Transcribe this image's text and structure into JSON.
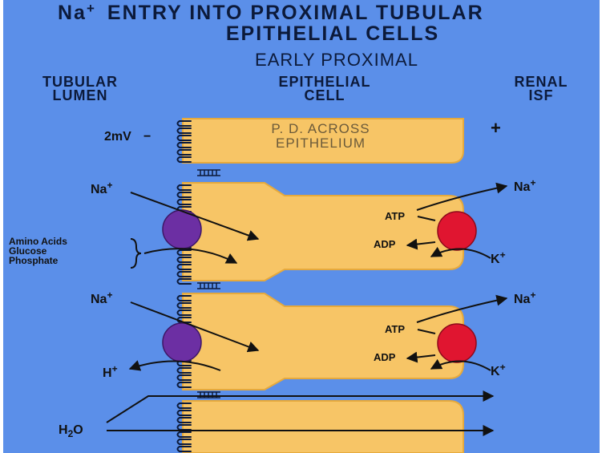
{
  "title": {
    "line1_prefix": "Na",
    "line1_sup": "+",
    "line1_rest": "ENTRY INTO PROXIMAL TUBULAR",
    "line2": "EPITHELIAL CELLS",
    "subtitle": "EARLY PROXIMAL"
  },
  "headers": {
    "lumen_1": "TUBULAR",
    "lumen_2": "LUMEN",
    "cell_1": "EPITHELIAL",
    "cell_2": "CELL",
    "isf_1": "RENAL",
    "isf_2": "ISF"
  },
  "top_cell": {
    "voltage": "2mV",
    "minus": "−",
    "pd_1": "P. D. ACROSS",
    "pd_2": "EPITHELIUM",
    "plus": "+"
  },
  "cell_1": {
    "na_in": "Na",
    "na_in_sup": "+",
    "cotransport_1": "Amino Acids",
    "cotransport_2": "Glucose",
    "cotransport_3": "Phosphate",
    "atp": "ATP",
    "adp": "ADP",
    "na_out": "Na",
    "na_out_sup": "+",
    "k_in": "K",
    "k_in_sup": "+"
  },
  "cell_2": {
    "na_in": "Na",
    "na_in_sup": "+",
    "h_out": "H",
    "h_out_sup": "+",
    "atp": "ATP",
    "adp": "ADP",
    "na_out": "Na",
    "na_out_sup": "+",
    "k_in": "K",
    "k_in_sup": "+"
  },
  "water": {
    "h": "H",
    "sub": "2",
    "o": "O"
  },
  "colors": {
    "background": "#5b8fe9",
    "cell": "#f7c566",
    "cell_border": "#e6a93c",
    "exchanger": "#6c2fa3",
    "pump": "#e01530",
    "ink": "#111111"
  }
}
